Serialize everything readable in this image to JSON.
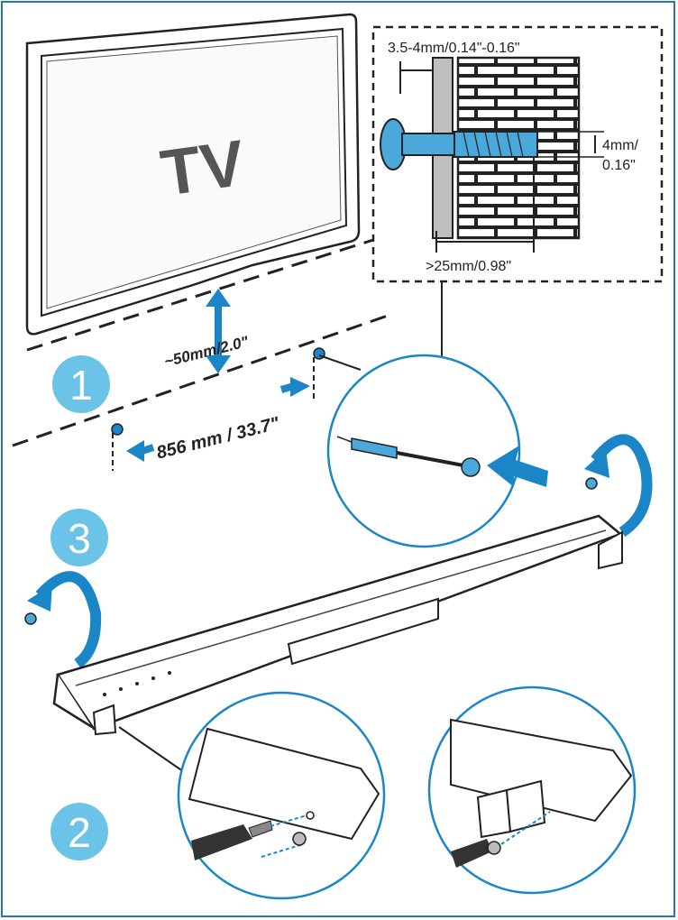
{
  "tv": {
    "label": "TV"
  },
  "dimensions": {
    "tv_gap": "~50mm/2.0\"",
    "hole_spacing": "856 mm / 33.7\"",
    "wall_thickness": "3.5-4mm/0.14\"-0.16\"",
    "screw_diameter_line1": "4mm/",
    "screw_diameter_line2": "0.16\"",
    "screw_depth": ">25mm/0.98\""
  },
  "steps": [
    "1",
    "2",
    "3"
  ],
  "colors": {
    "step_badge": "#6cc3e8",
    "accent_blue": "#1a86c8",
    "frame": "#2a73b8",
    "line": "#222222"
  }
}
